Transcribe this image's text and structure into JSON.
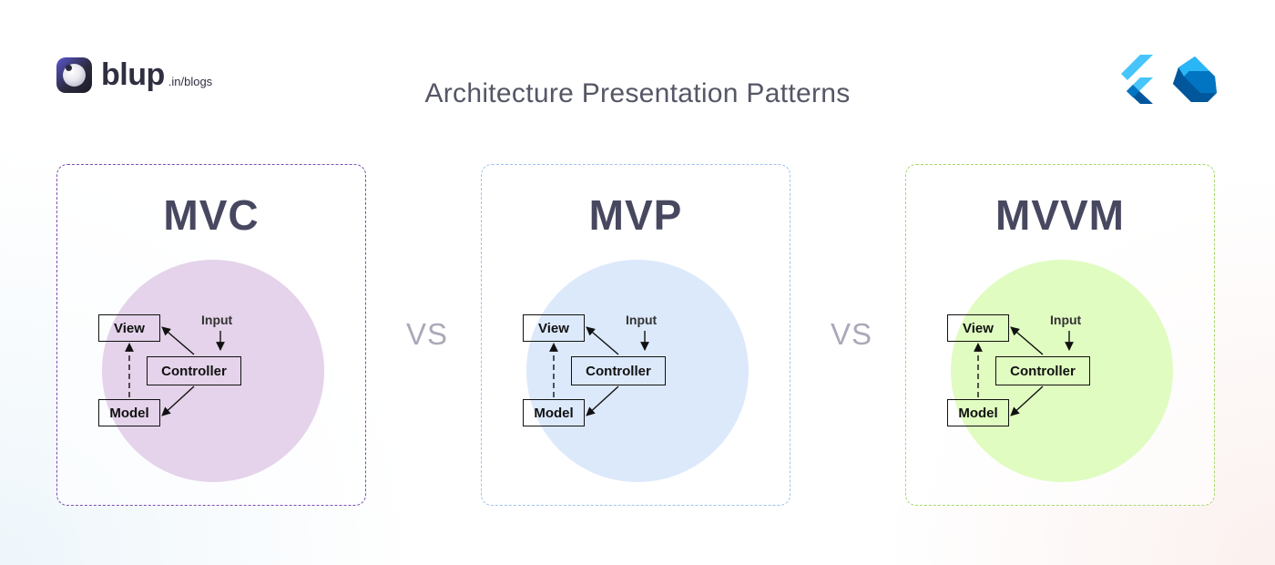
{
  "brand": {
    "name": "blup",
    "domain": ".in/blogs"
  },
  "title": "Architecture Presentation Patterns",
  "vs_label": "VS",
  "tech_logos": [
    "flutter-logo",
    "dart-logo"
  ],
  "patterns": [
    {
      "id": "mvc",
      "name": "MVC",
      "border_color": "#7b4fb0",
      "circle_color": "#e4d3ea",
      "nodes": {
        "view": "View",
        "controller": "Controller",
        "model": "Model",
        "input": "Input"
      }
    },
    {
      "id": "mvp",
      "name": "MVP",
      "border_color": "#9ec3f3",
      "circle_color": "#dce9fb",
      "nodes": {
        "view": "View",
        "controller": "Controller",
        "model": "Model",
        "input": "Input"
      }
    },
    {
      "id": "mvvm",
      "name": "MVVM",
      "border_color": "#a5d86b",
      "circle_color": "#e0fcc1",
      "nodes": {
        "view": "View",
        "controller": "Controller",
        "model": "Model",
        "input": "Input"
      }
    }
  ],
  "edges": [
    {
      "from": "controller",
      "to": "view",
      "style": "solid"
    },
    {
      "from": "input",
      "to": "controller",
      "style": "solid"
    },
    {
      "from": "controller",
      "to": "model",
      "style": "solid"
    },
    {
      "from": "model",
      "to": "view",
      "style": "dashed"
    }
  ]
}
